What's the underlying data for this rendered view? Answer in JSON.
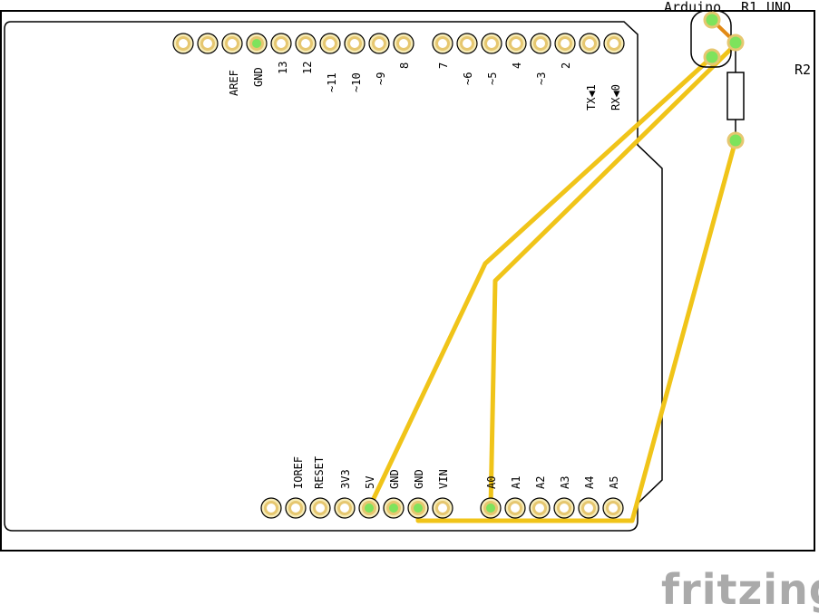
{
  "board": {
    "top_labels": [
      "AREF",
      "GND",
      "13",
      "12",
      "~11",
      "~10",
      "~9",
      "8",
      "7",
      "~6",
      "~5",
      "4",
      "~3",
      "2",
      "TX◀1",
      "RX◀0"
    ],
    "bottom_power_labels": [
      "IOREF",
      "RESET",
      "3V3",
      "5V",
      "GND",
      "GND",
      "VIN"
    ],
    "bottom_analog_labels": [
      "A0",
      "A1",
      "A2",
      "A3",
      "A4",
      "A5"
    ]
  },
  "components": {
    "arduino_label": "Arduino",
    "uno_label": "UNO",
    "r1_label": "R1",
    "r2_label": "R2"
  },
  "branding": {
    "logo_text": "fritzing"
  },
  "colors": {
    "trace": "#f0c419",
    "trace_highlight": "#e28a16",
    "connected_pad": "#7ee35c",
    "pad_fill": "#f7ecb7",
    "pad_ring": "#e6c770",
    "board_outline": "#000000",
    "logo": "#aaaaaa"
  }
}
